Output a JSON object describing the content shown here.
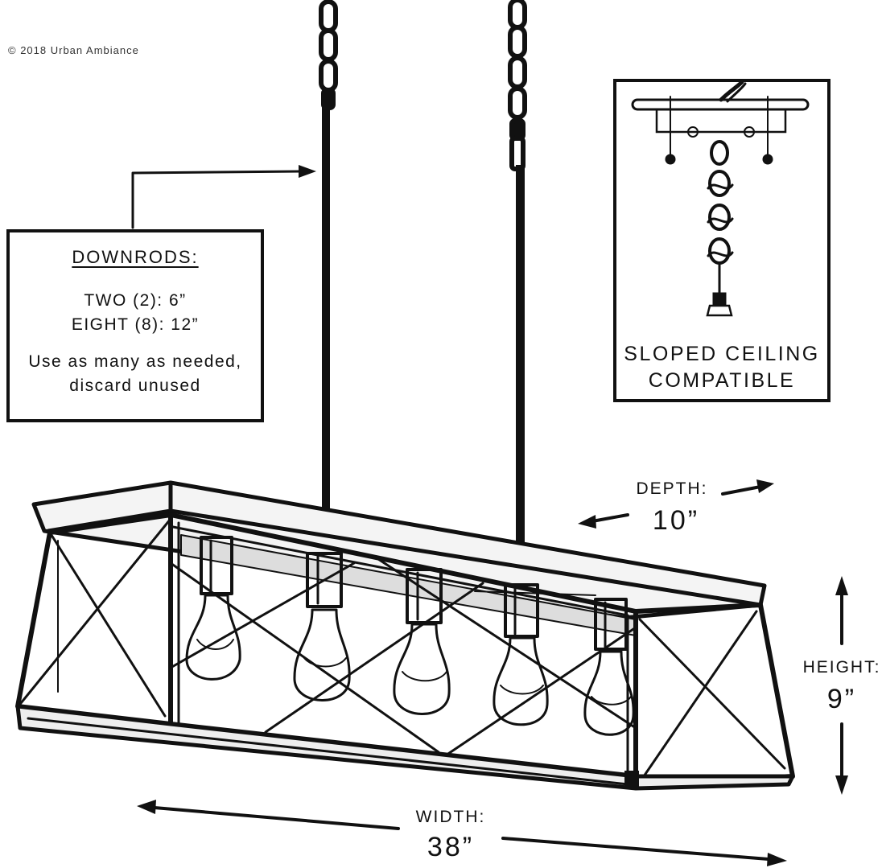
{
  "copyright": "© 2018 Urban Ambiance",
  "downrods": {
    "title": "DOWNRODS:",
    "line1": "TWO (2): 6”",
    "line2": "EIGHT (8): 12”",
    "note_line1": "Use as many as needed,",
    "note_line2": "discard unused"
  },
  "sloped": {
    "line1": "SLOPED CEILING",
    "line2": "COMPATIBLE"
  },
  "dimensions": {
    "depth_label": "DEPTH:",
    "depth_value": "10”",
    "height_label": "HEIGHT:",
    "height_value": "9”",
    "width_label": "WIDTH:",
    "width_value": "38”"
  },
  "colors": {
    "ink": "#111111",
    "background": "#ffffff"
  }
}
